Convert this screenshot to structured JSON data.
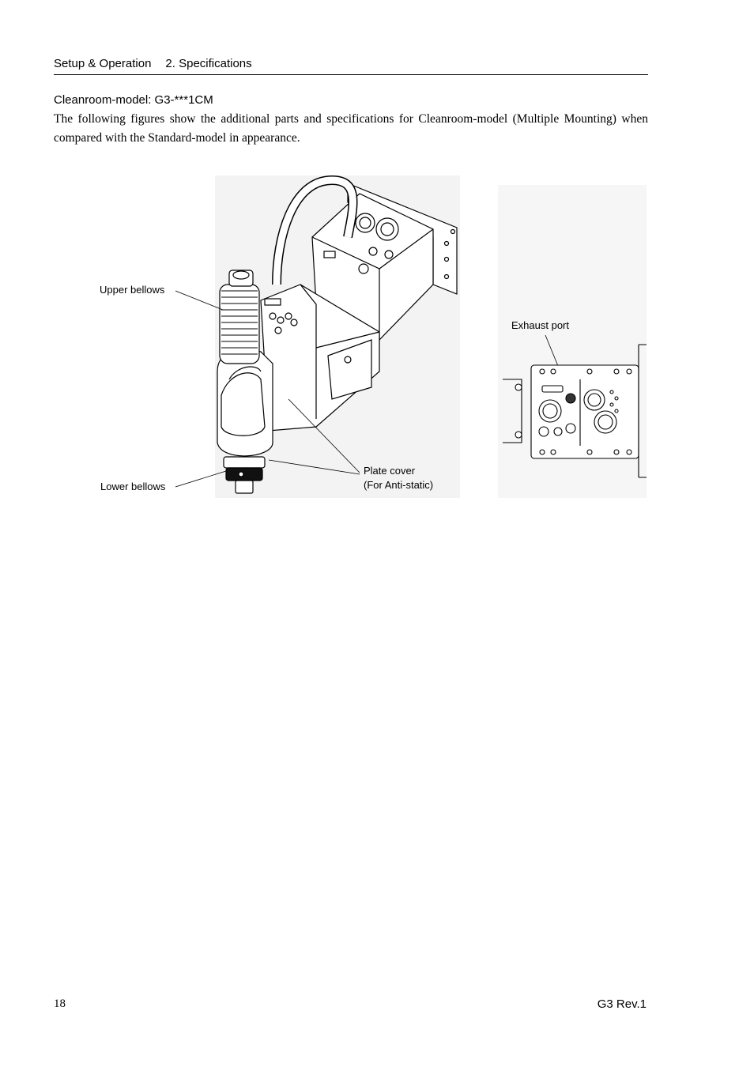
{
  "header": {
    "section": "Setup & Operation",
    "chapter": "2. Specifications"
  },
  "section_title": "Cleanroom-model: G3-***1CM",
  "paragraph": "The following figures show the additional parts and specifications for Cleanroom-model (Multiple Mounting) when compared with the Standard-model in appearance.",
  "figure": {
    "callouts": {
      "upper_bellows": "Upper bellows",
      "lower_bellows": "Lower bellows",
      "plate_cover_line1": "Plate cover",
      "plate_cover_line2": "(For Anti-static)",
      "exhaust_port": "Exhaust port"
    }
  },
  "footer": {
    "page_number": "18",
    "revision": "G3 Rev.1"
  }
}
